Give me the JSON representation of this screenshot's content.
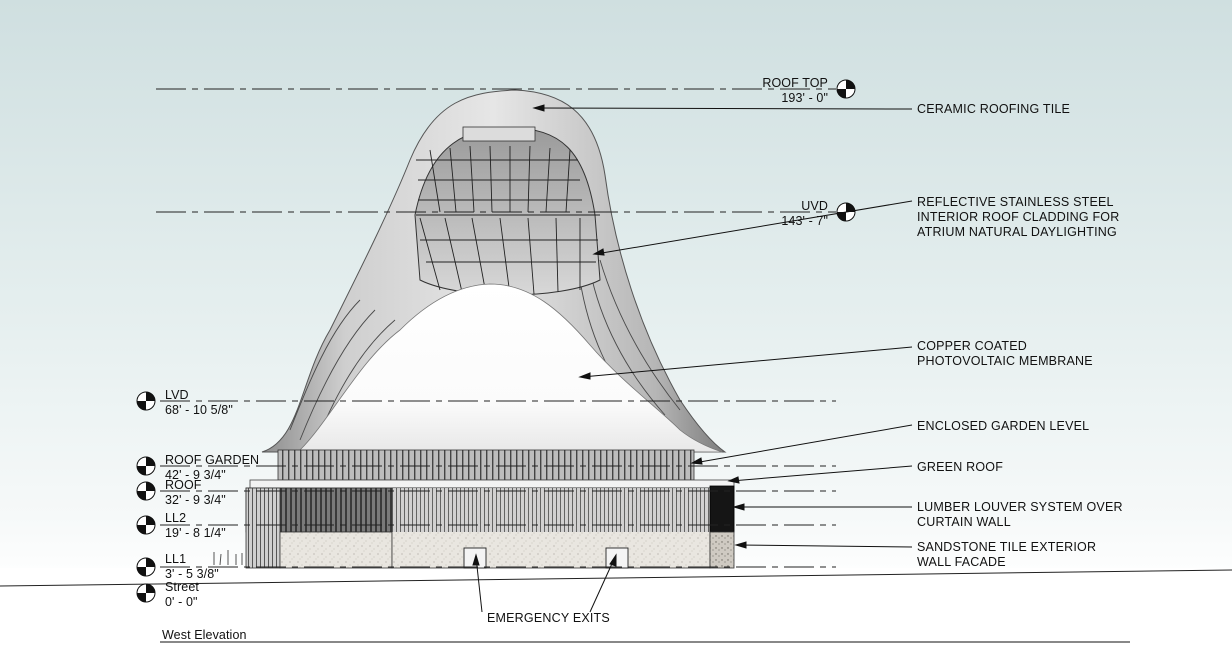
{
  "drawing_title": "West Elevation",
  "levels": [
    {
      "id": "roof-top",
      "name": "ROOF TOP",
      "elevation": "193' - 0\""
    },
    {
      "id": "uvd",
      "name": "UVD",
      "elevation": "143' - 7\""
    },
    {
      "id": "lvd",
      "name": "LVD",
      "elevation": "68' - 10 5/8\""
    },
    {
      "id": "roof-garden",
      "name": "ROOF GARDEN",
      "elevation": "42' - 9 3/4\""
    },
    {
      "id": "roof",
      "name": "ROOF",
      "elevation": "32' - 9 3/4\""
    },
    {
      "id": "ll2",
      "name": "LL2",
      "elevation": "19' - 8 1/4\""
    },
    {
      "id": "ll1",
      "name": "LL1",
      "elevation": "3' - 5 3/8\""
    },
    {
      "id": "street",
      "name": "Street",
      "elevation": "0' - 0\""
    }
  ],
  "notes": [
    {
      "id": "ceramic",
      "lines": [
        "CERAMIC ROOFING TILE"
      ]
    },
    {
      "id": "steel",
      "lines": [
        "REFLECTIVE STAINLESS STEEL",
        "INTERIOR ROOF CLADDING FOR",
        "ATRIUM NATURAL DAYLIGHTING"
      ]
    },
    {
      "id": "copper",
      "lines": [
        "COPPER COATED",
        "PHOTOVOLTAIC MEMBRANE"
      ]
    },
    {
      "id": "garden",
      "lines": [
        "ENCLOSED GARDEN LEVEL"
      ]
    },
    {
      "id": "green",
      "lines": [
        "GREEN ROOF"
      ]
    },
    {
      "id": "lumber",
      "lines": [
        "LUMBER LOUVER SYSTEM OVER",
        "CURTAIN WALL"
      ]
    },
    {
      "id": "sandstone",
      "lines": [
        "SANDSTONE TILE EXTERIOR",
        "WALL FACADE"
      ]
    },
    {
      "id": "exits",
      "lines": [
        "EMERGENCY EXITS"
      ]
    }
  ]
}
